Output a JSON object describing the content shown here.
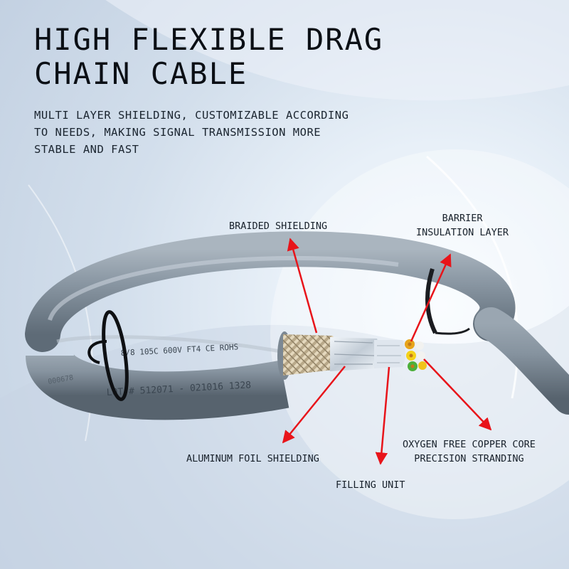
{
  "headline": {
    "line1": "HIGH FLEXIBLE DRAG",
    "line2": "CHAIN CABLE"
  },
  "subtitle": {
    "line1": "MULTI LAYER SHIELDING, CUSTOMIZABLE ACCORDING",
    "line2": "TO NEEDS, MAKING SIGNAL TRANSMISSION MORE",
    "line3": "STABLE AND FAST"
  },
  "callouts": {
    "braided_shielding": "BRAIDED SHIELDING",
    "barrier_line1": "BARRIER",
    "barrier_line2": "INSULATION LAYER",
    "aluminum_foil": "ALUMINUM FOIL SHIELDING",
    "filling_unit": "FILLING UNIT",
    "copper_line1": "OXYGEN FREE COPPER CORE",
    "copper_line2": "PRECISION STRANDING"
  },
  "cable_print": {
    "upper": "8/8 105C 600V FT4  CE  ROHS",
    "lower": "LOT # 512071 - 021016 1328",
    "left": "000678"
  },
  "colors": {
    "arrow": "#e8141a",
    "jacket": "#8d9aa6",
    "text": "#0b0f15"
  }
}
